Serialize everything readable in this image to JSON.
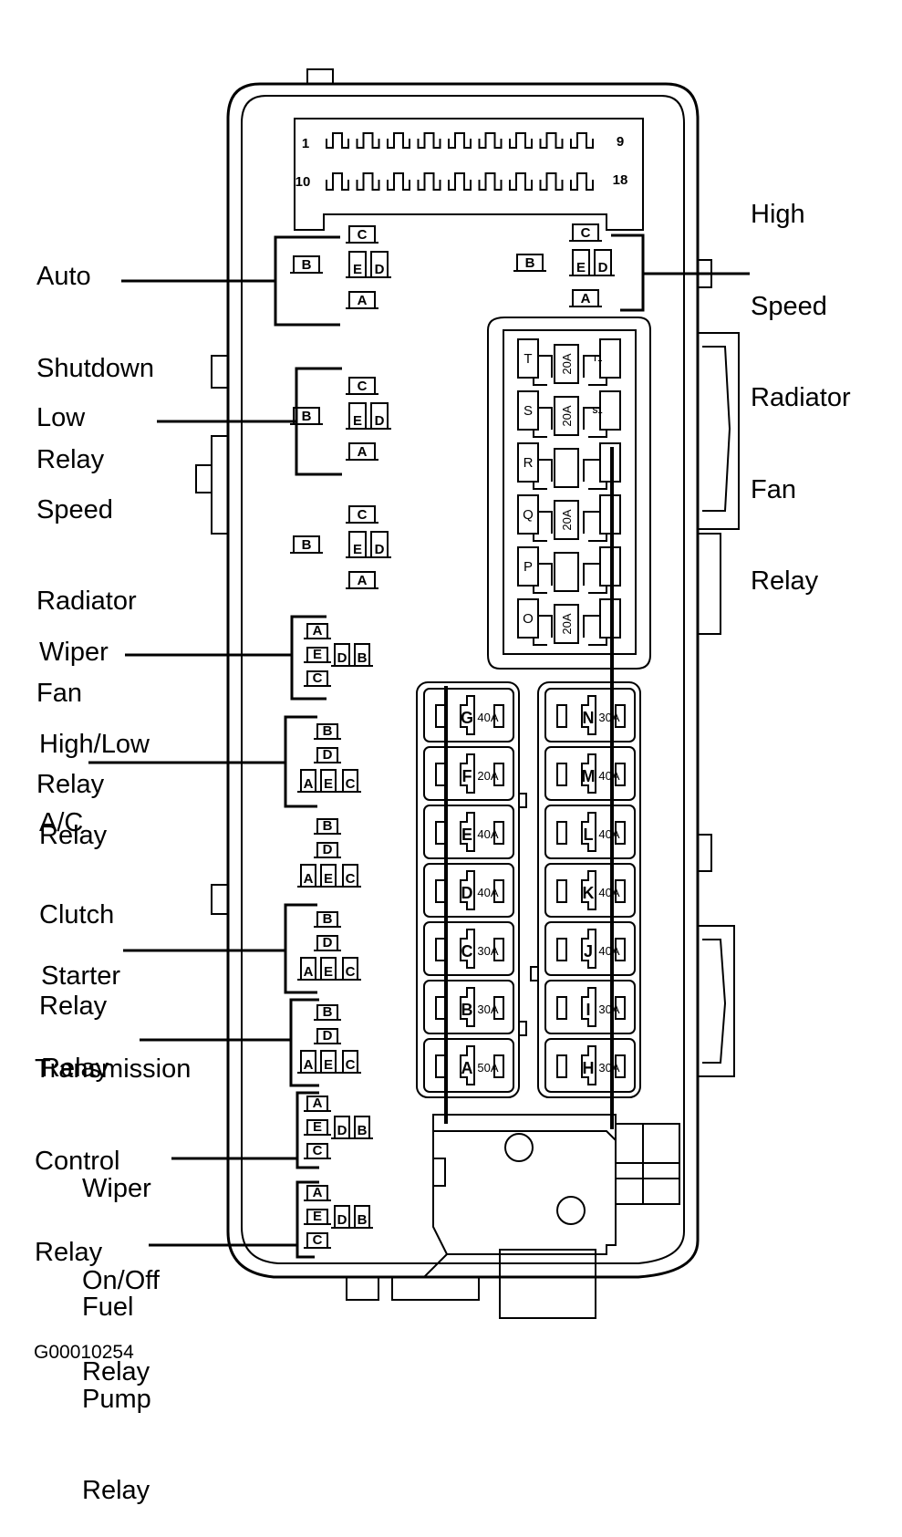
{
  "labels": {
    "auto_shutdown": [
      "Auto",
      "Shutdown",
      "Relay"
    ],
    "high_speed_fan": [
      "High",
      "Speed",
      "Radiator",
      "Fan",
      "Relay"
    ],
    "low_speed_fan": [
      "Low",
      "Speed",
      "Radiator",
      "Fan",
      "Relay"
    ],
    "wiper_high_low": [
      "Wiper",
      "High/Low",
      "Relay"
    ],
    "ac_clutch": [
      "A/C",
      "Clutch",
      "Relay"
    ],
    "starter": [
      "Starter",
      "Relay"
    ],
    "transmission_control": [
      "Transmission",
      "Control",
      "Relay"
    ],
    "wiper_on_off": [
      "Wiper",
      "On/Off",
      "Relay"
    ],
    "fuel_pump": [
      "Fuel",
      "Pump",
      "Relay"
    ]
  },
  "figure_code": "G00010254",
  "connector_numbers": [
    "1",
    "9",
    "10",
    "18"
  ],
  "mini_fuses": [
    {
      "id": "T",
      "rating": "20A",
      "cavity": "T1"
    },
    {
      "id": "S",
      "rating": "20A",
      "cavity": "S1"
    },
    {
      "id": "R",
      "rating": "",
      "cavity": ""
    },
    {
      "id": "Q",
      "rating": "20A",
      "cavity": ""
    },
    {
      "id": "P",
      "rating": "",
      "cavity": ""
    },
    {
      "id": "O",
      "rating": "20A",
      "cavity": ""
    }
  ],
  "maxi_fuses_left": [
    {
      "id": "G",
      "rating": "40A"
    },
    {
      "id": "F",
      "rating": "20A"
    },
    {
      "id": "E",
      "rating": "40A"
    },
    {
      "id": "D",
      "rating": "40A"
    },
    {
      "id": "C",
      "rating": "30A"
    },
    {
      "id": "B",
      "rating": "30A"
    },
    {
      "id": "A",
      "rating": "50A"
    }
  ],
  "maxi_fuses_right": [
    {
      "id": "N",
      "rating": "30A"
    },
    {
      "id": "M",
      "rating": "40A"
    },
    {
      "id": "L",
      "rating": "40A"
    },
    {
      "id": "K",
      "rating": "40A"
    },
    {
      "id": "J",
      "rating": "40A"
    },
    {
      "id": "I",
      "rating": "30A"
    },
    {
      "id": "H",
      "rating": "30A"
    }
  ],
  "relay_pins": {
    "a": "A",
    "b": "B",
    "c": "C",
    "d": "D",
    "e": "E"
  }
}
